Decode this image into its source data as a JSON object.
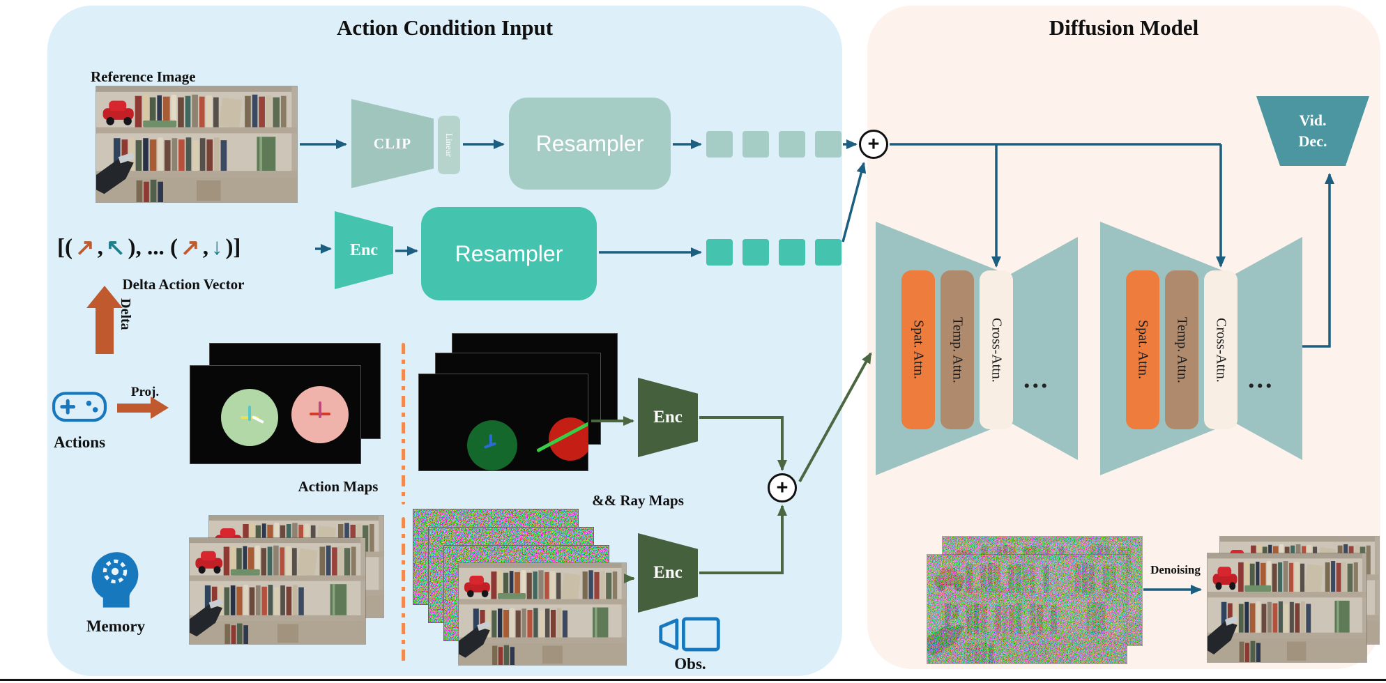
{
  "colors": {
    "left_panel_bg": "#ddeff9",
    "right_panel_bg": "#fdf3ec",
    "muted_teal": "#a6cdc5",
    "bright_teal": "#44c3ae",
    "dark_green_enc": "#44603c",
    "arrow_teal": "#1b5e80",
    "arrow_green": "#4a6741",
    "orange_accent": "#c05a2e",
    "divider_orange": "#f08a4e",
    "unet_block_teal": "#9cc3c1",
    "spat_attn_orange": "#ee7c3c",
    "temp_attn_brown": "#b08a6d",
    "cross_attn_cream": "#f8eee3",
    "vid_dec_teal": "#4b96a1",
    "icon_blue": "#1878be"
  },
  "left_panel": {
    "title": "Action Condition Input",
    "reference_image_label": "Reference Image",
    "clip_label": "CLIP",
    "linear_label": "Linear",
    "resampler1_label": "Resampler",
    "delta_vector": {
      "open": "[(",
      "arrow1": "↗",
      "comma1": ",",
      "arrow2": "↖",
      "mid": "), ... (",
      "arrow3": "↗",
      "comma2": ",",
      "arrow4": "↓",
      "close": ")]"
    },
    "delta_vector_label": "Delta Action Vector",
    "enc_delta_label": "Enc",
    "resampler2_label": "Resampler",
    "delta_arrow_label": "Delta",
    "proj_label": "Proj.",
    "actions_label": "Actions",
    "action_maps_label": "Action Maps",
    "ray_maps_label": "&& Ray Maps",
    "memory_label": "Memory",
    "obs_label": "Obs.",
    "enc_ray_label": "Enc",
    "enc_obs_label": "Enc",
    "plus_top": "+",
    "plus_bottom": "+"
  },
  "right_panel": {
    "title": "Diffusion Model",
    "vid_dec": {
      "line1": "Vid.",
      "line2": "Dec."
    },
    "blocks": [
      {
        "bars": [
          "Spat. Attn.",
          "Temp. Attn.",
          "Cross-Attn."
        ],
        "ellipsis": "..."
      },
      {
        "bars": [
          "Spat. Attn.",
          "Temp. Attn.",
          "Cross-Attn."
        ],
        "ellipsis": "..."
      }
    ],
    "denoising_label": "Denoising"
  }
}
